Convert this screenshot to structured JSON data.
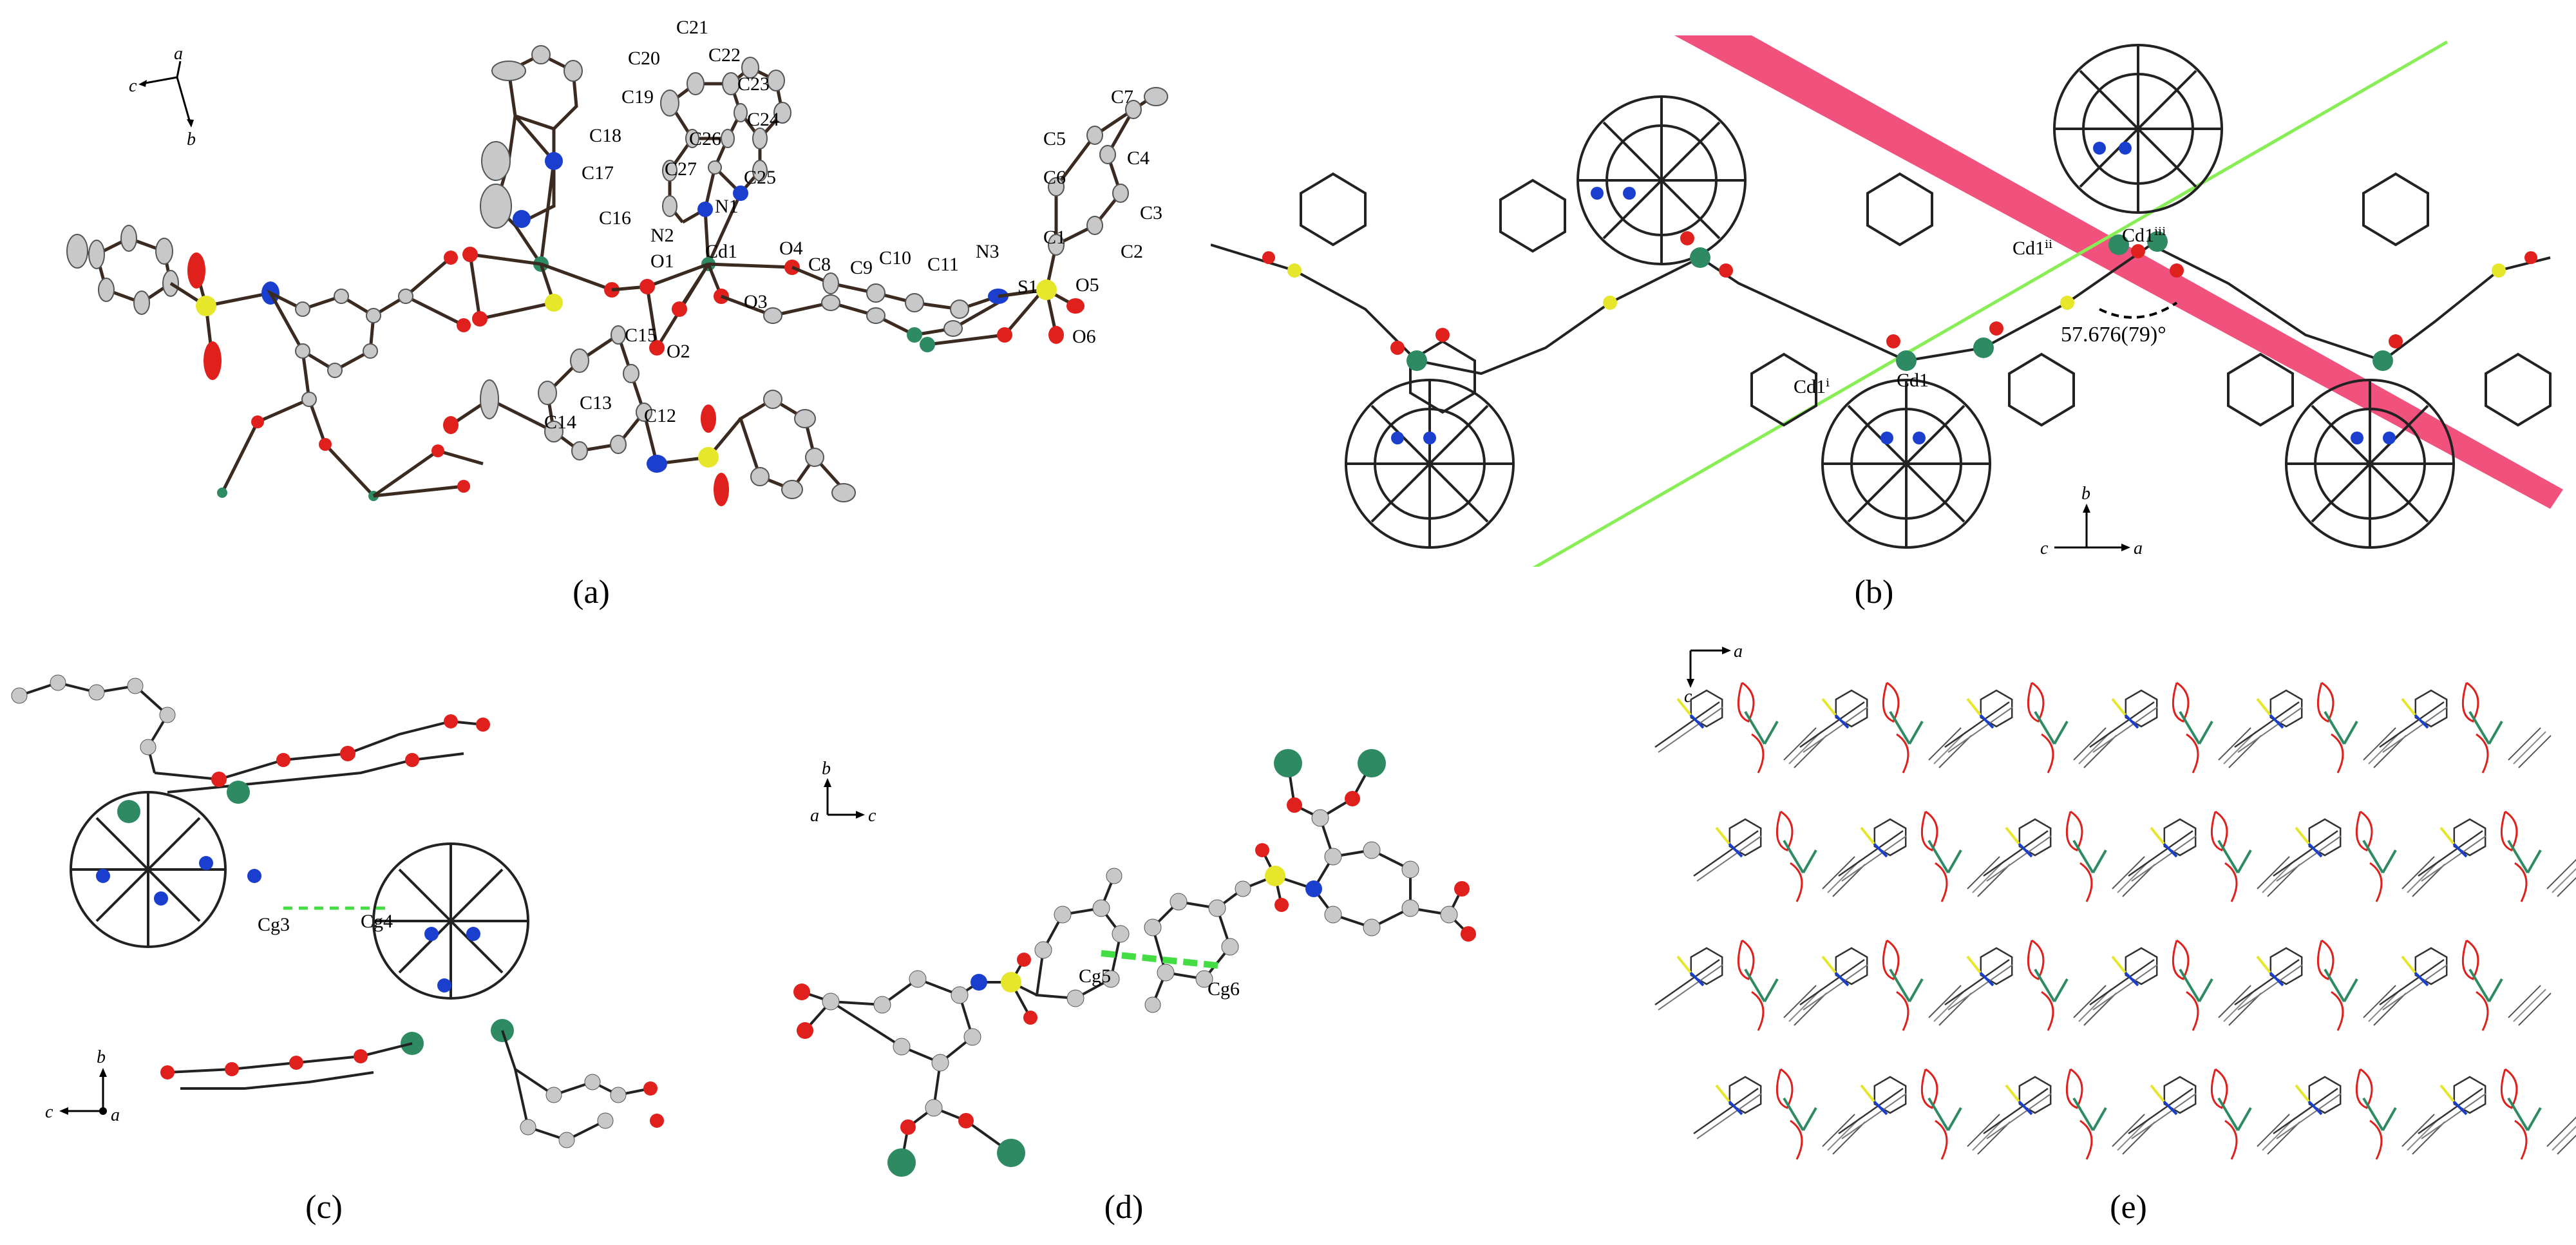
{
  "figure": {
    "panels": [
      {
        "id": "a",
        "caption": "(a)"
      },
      {
        "id": "b",
        "caption": "(b)"
      },
      {
        "id": "c",
        "caption": "(c)"
      },
      {
        "id": "d",
        "caption": "(d)"
      },
      {
        "id": "e",
        "caption": "(e)"
      }
    ],
    "panel_a": {
      "axes": {
        "a": "a",
        "b": "b",
        "c": "c"
      },
      "atom_labels": [
        "C20",
        "C21",
        "C22",
        "C23",
        "C19",
        "C24",
        "C18",
        "C26",
        "C17",
        "C27",
        "C25",
        "N1",
        "N2",
        "C16",
        "O1",
        "Cd1",
        "O4",
        "C8",
        "C10",
        "C11",
        "N3",
        "O3",
        "C9",
        "S1",
        "O5",
        "O6",
        "C15",
        "O2",
        "C13",
        "C12",
        "C14",
        "C7",
        "C5",
        "C4",
        "C6",
        "C3",
        "C1",
        "C2"
      ]
    },
    "panel_b": {
      "axes": {
        "b": "b",
        "c": "c",
        "a": "a"
      },
      "atom_labels": [
        "Cd1ⁱⁱ",
        "Cd1ⁱⁱⁱ",
        "Cd1ⁱ",
        "Cd1"
      ],
      "angle": "57.676(79)°",
      "colors": {
        "plane": "#ee3366",
        "line": "#88ee55"
      }
    },
    "panel_c": {
      "axes": {
        "b": "b",
        "c": "c",
        "a": "a"
      },
      "centroids": [
        "Cg3",
        "Cg4"
      ]
    },
    "panel_d": {
      "axes": {
        "b": "b",
        "a": "a",
        "c": "c"
      },
      "centroids": [
        "Cg5",
        "Cg6"
      ]
    },
    "panel_e": {
      "axes": {
        "a": "a",
        "c": "c"
      }
    },
    "atom_colors": {
      "carbon": "#c8c8c8",
      "oxygen": "#e0201c",
      "nitrogen": "#1a3fcf",
      "sulfur": "#e6e62a",
      "cadmium": "#2e8a62",
      "contact": "#44dd44"
    }
  }
}
